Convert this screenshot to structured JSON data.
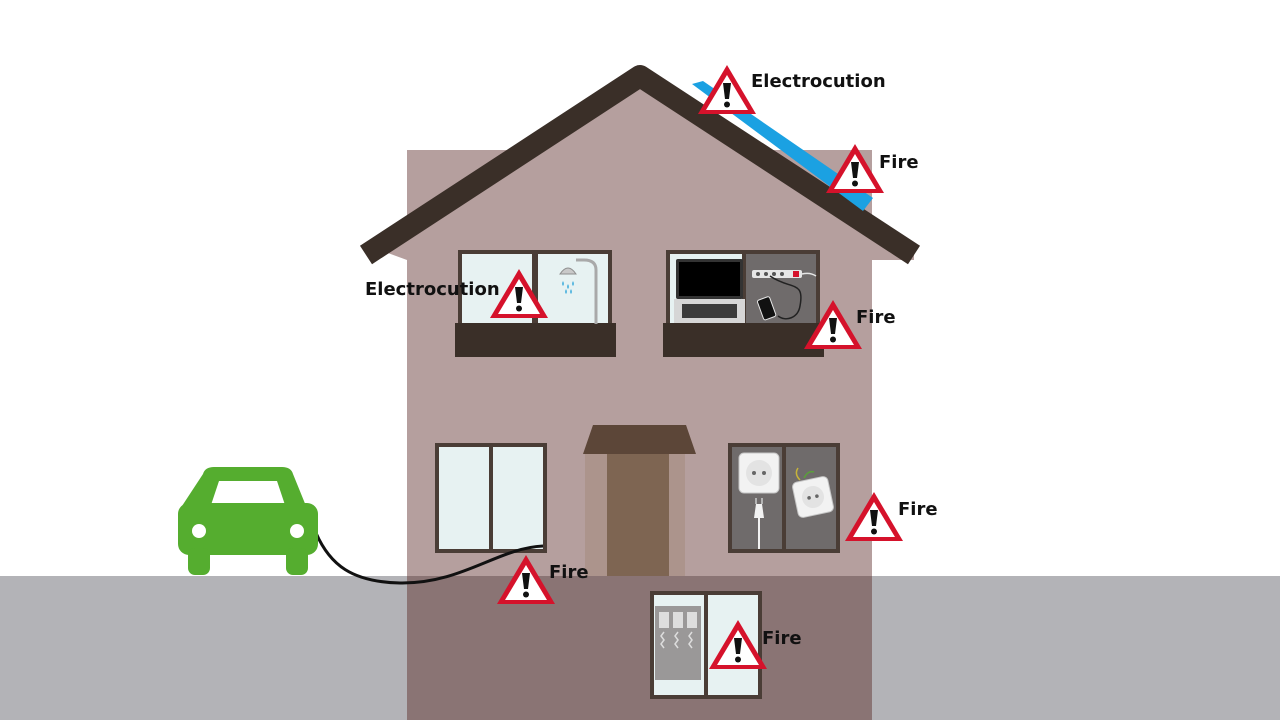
{
  "hazards": [
    {
      "id": "roof-solar",
      "label": "Electrocution"
    },
    {
      "id": "roof-solar-fire",
      "label": "Fire"
    },
    {
      "id": "bathroom",
      "label": "Electrocution"
    },
    {
      "id": "electronics",
      "label": "Fire"
    },
    {
      "id": "outlets",
      "label": "Fire"
    },
    {
      "id": "car-charging",
      "label": "Fire"
    },
    {
      "id": "fuse-box",
      "label": "Fire"
    }
  ],
  "colors": {
    "sky": "#ffffff",
    "ground": "#b3b3b7",
    "wall": "#b59f9e",
    "wall_underground": "#8a7474",
    "roof": "#3a2f28",
    "solar_panel": "#1ba1e2",
    "window_glass": "#e7f2f2",
    "window_frame": "#4a3d36",
    "door": "#7e6552",
    "car": "#55ad2f",
    "warning_red": "#d5122b",
    "warning_icon": "#111111",
    "shower": "#2aa4d9",
    "appliance_panel": "#7a7676"
  },
  "icons": [
    "warning-triangle-icon",
    "shower-icon",
    "laptop-icon",
    "smartphone-icon",
    "power-strip-icon",
    "wall-socket-icon",
    "plug-icon",
    "car-icon",
    "fuse-box-icon",
    "solar-panel-icon"
  ]
}
